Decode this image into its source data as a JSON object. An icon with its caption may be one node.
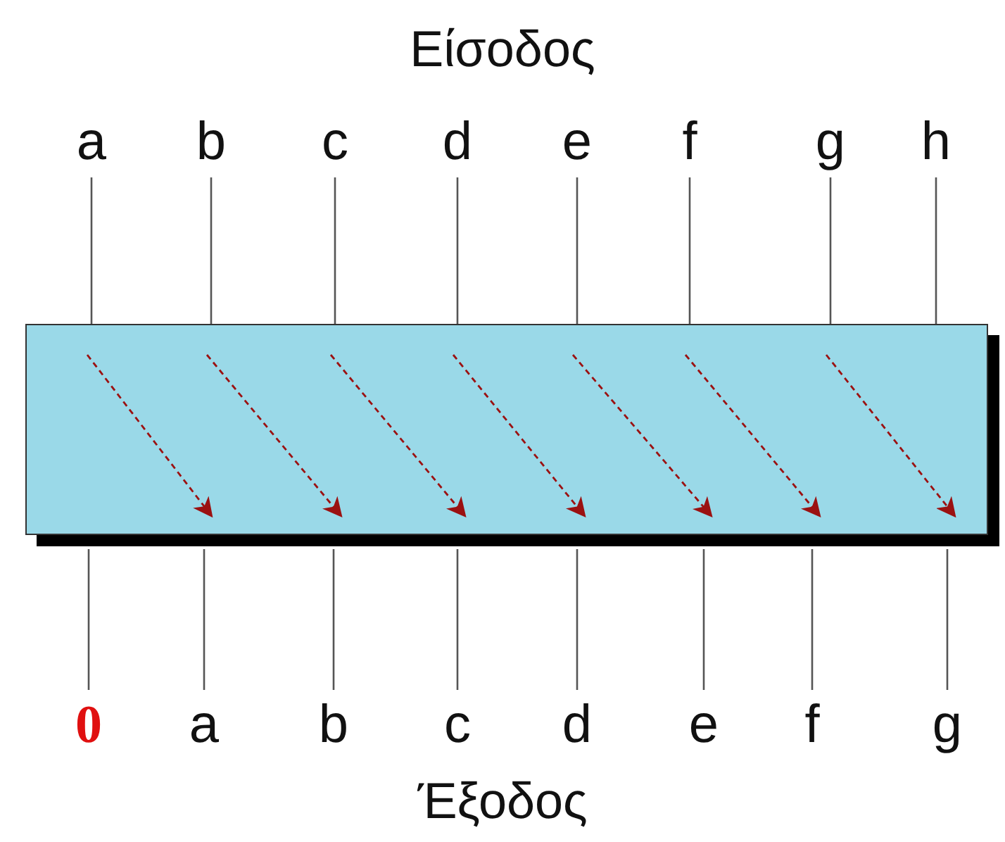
{
  "diagram": {
    "title": "Είσοδος",
    "caption": "Έξοδος",
    "nodes": [
      {
        "text": [
          "a"
        ]
      },
      {
        "text": [
          "b"
        ]
      },
      {
        "text": [
          "c"
        ]
      },
      {
        "text": [
          "d"
        ]
      },
      {
        "text": [
          "e"
        ]
      },
      {
        "text": [
          "f"
        ]
      },
      {
        "text": [
          "g"
        ]
      },
      {
        "text": [
          "h"
        ]
      },
      {
        "text": [
          "0"
        ]
      },
      {
        "text": [
          "a"
        ]
      },
      {
        "text": [
          "b"
        ]
      },
      {
        "text": [
          "c"
        ]
      },
      {
        "text": [
          "d"
        ]
      },
      {
        "text": [
          "e"
        ]
      },
      {
        "text": [
          "f"
        ]
      },
      {
        "text": [
          "g"
        ]
      },
      {
        "text": [],
        "shape": "box"
      }
    ],
    "edges": [
      {
        "from": 0,
        "to": 16,
        "arrow": "none"
      },
      {
        "from": 1,
        "to": 16,
        "arrow": "none"
      },
      {
        "from": 2,
        "to": 16,
        "arrow": "none"
      },
      {
        "from": 3,
        "to": 16,
        "arrow": "none"
      },
      {
        "from": 4,
        "to": 16,
        "arrow": "none"
      },
      {
        "from": 5,
        "to": 16,
        "arrow": "none"
      },
      {
        "from": 6,
        "to": 16,
        "arrow": "none"
      },
      {
        "from": 7,
        "to": 16,
        "arrow": "none"
      },
      {
        "from": 16,
        "to": 8,
        "arrow": "none"
      },
      {
        "from": 16,
        "to": 9,
        "arrow": "none"
      },
      {
        "from": 16,
        "to": 10,
        "arrow": "none"
      },
      {
        "from": 16,
        "to": 11,
        "arrow": "none"
      },
      {
        "from": 16,
        "to": 12,
        "arrow": "none"
      },
      {
        "from": 16,
        "to": 13,
        "arrow": "none"
      },
      {
        "from": 16,
        "to": 14,
        "arrow": "none"
      },
      {
        "from": 16,
        "to": 15,
        "arrow": "none"
      }
    ]
  }
}
